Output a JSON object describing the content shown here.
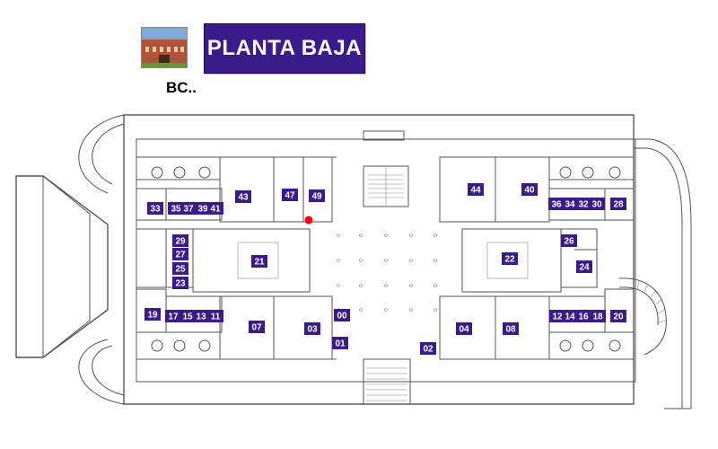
{
  "title": "PLANTA BAJA",
  "caption": "BC..",
  "colors": {
    "label_bg": "#3b1a8c",
    "marker": "#ff0000",
    "walls": "#555555"
  },
  "rooms": [
    "33",
    "35",
    "37",
    "39",
    "41",
    "43",
    "47",
    "49",
    "44",
    "40",
    "36",
    "34",
    "32",
    "30",
    "28",
    "29",
    "27",
    "25",
    "23",
    "21",
    "22",
    "26",
    "24",
    "19",
    "17",
    "15",
    "13",
    "11",
    "07",
    "03",
    "00",
    "01",
    "02",
    "04",
    "08",
    "12",
    "14",
    "16",
    "18",
    "20"
  ],
  "marker": {
    "type": "current-location",
    "room_near": "49"
  }
}
